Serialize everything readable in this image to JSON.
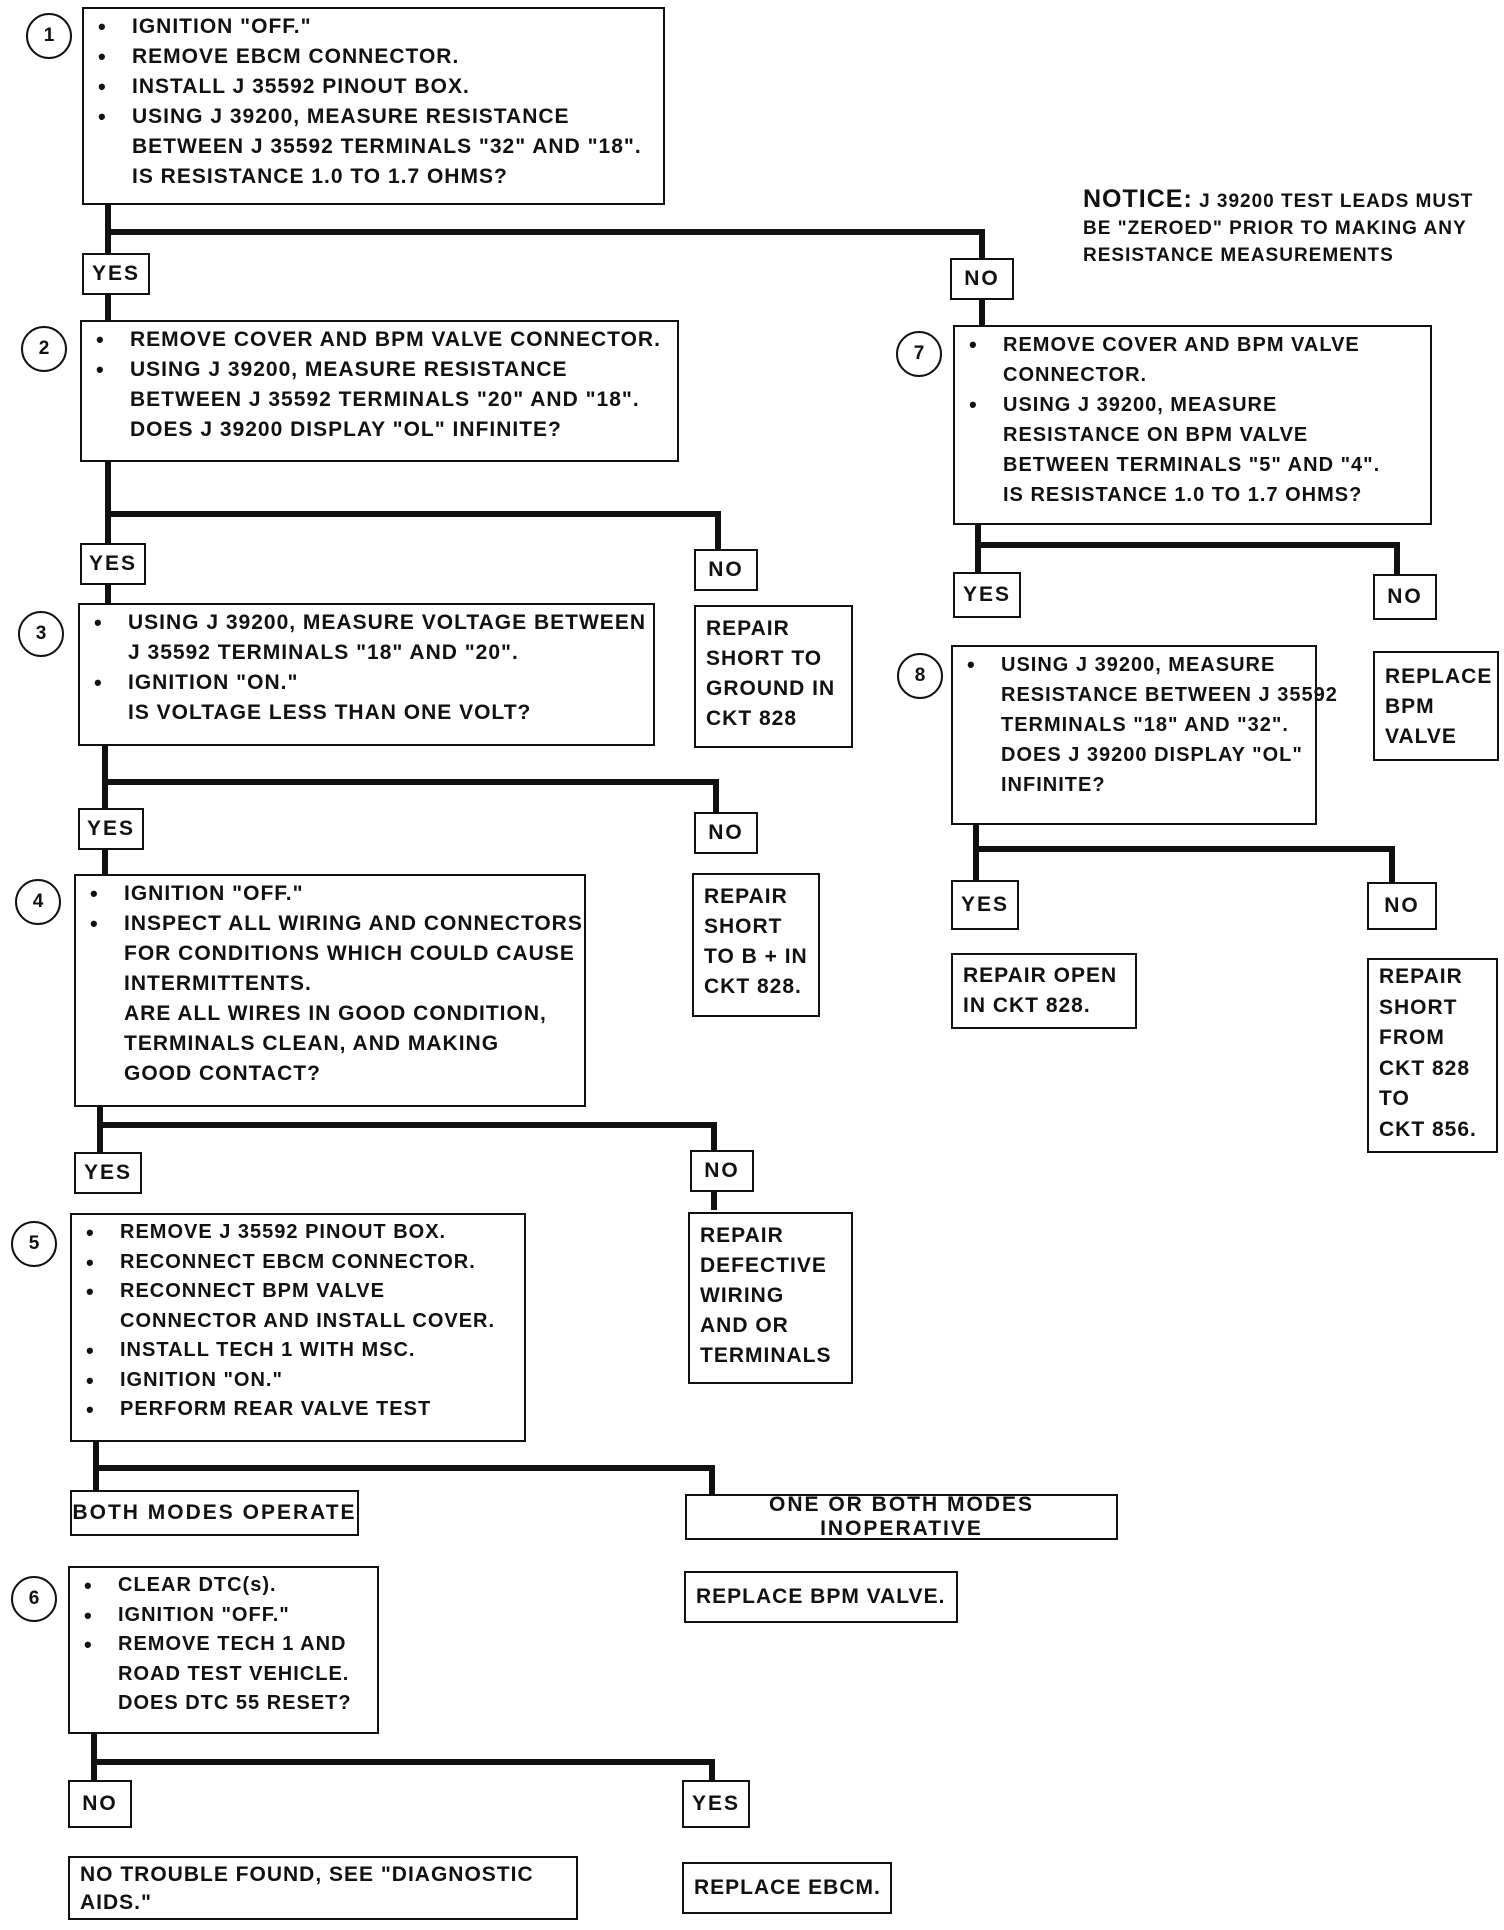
{
  "notice": {
    "heading": "NOTICE:",
    "lines": [
      "J 39200 TEST LEADS MUST",
      "BE \"ZEROED\" PRIOR TO MAKING ANY",
      "RESISTANCE MEASUREMENTS"
    ]
  },
  "steps": [
    {
      "num": "1",
      "items": [
        [
          "IGNITION \"OFF.\""
        ],
        [
          "REMOVE EBCM CONNECTOR."
        ],
        [
          "INSTALL J 35592 PINOUT BOX."
        ],
        [
          "USING J 39200, MEASURE RESISTANCE",
          "BETWEEN J 35592 TERMINALS \"32\" AND \"18\".",
          "IS RESISTANCE 1.0 TO 1.7 OHMS?"
        ]
      ]
    },
    {
      "num": "2",
      "items": [
        [
          "REMOVE COVER AND BPM VALVE CONNECTOR."
        ],
        [
          "USING J 39200, MEASURE RESISTANCE",
          "BETWEEN J 35592 TERMINALS \"20\" AND \"18\".",
          "DOES J 39200 DISPLAY \"OL\" INFINITE?"
        ]
      ]
    },
    {
      "num": "3",
      "items": [
        [
          "USING J 39200, MEASURE VOLTAGE BETWEEN",
          "J 35592 TERMINALS \"18\" AND \"20\"."
        ],
        [
          "IGNITION \"ON.\"",
          "IS VOLTAGE LESS THAN ONE VOLT?"
        ]
      ]
    },
    {
      "num": "4",
      "items": [
        [
          "IGNITION \"OFF.\""
        ],
        [
          "INSPECT ALL WIRING AND CONNECTORS",
          "FOR CONDITIONS WHICH COULD CAUSE",
          "INTERMITTENTS.",
          "ARE ALL WIRES IN GOOD CONDITION,",
          "TERMINALS CLEAN, AND MAKING",
          "GOOD CONTACT?"
        ]
      ]
    },
    {
      "num": "5",
      "items": [
        [
          "REMOVE J 35592 PINOUT BOX."
        ],
        [
          "RECONNECT EBCM CONNECTOR."
        ],
        [
          "RECONNECT BPM VALVE",
          "CONNECTOR AND INSTALL COVER."
        ],
        [
          "INSTALL TECH 1 WITH MSC."
        ],
        [
          "IGNITION \"ON.\""
        ],
        [
          "PERFORM REAR VALVE TEST"
        ]
      ]
    },
    {
      "num": "6",
      "items": [
        [
          "CLEAR DTC(s)."
        ],
        [
          "IGNITION \"OFF.\""
        ],
        [
          "REMOVE TECH 1 AND",
          "ROAD TEST VEHICLE.",
          "DOES DTC 55 RESET?"
        ]
      ]
    },
    {
      "num": "7",
      "items": [
        [
          "REMOVE COVER AND BPM VALVE",
          "CONNECTOR."
        ],
        [
          "USING J 39200, MEASURE",
          "RESISTANCE ON BPM VALVE",
          "BETWEEN TERMINALS \"5\" AND \"4\".",
          "IS RESISTANCE 1.0 TO 1.7 OHMS?"
        ]
      ]
    },
    {
      "num": "8",
      "items": [
        [
          "USING J 39200, MEASURE",
          "RESISTANCE BETWEEN J 35592",
          "TERMINALS \"18\" AND \"32\".",
          "DOES J 39200 DISPLAY \"OL\"",
          "INFINITE?"
        ]
      ]
    }
  ],
  "labels": {
    "s1_yes": "YES",
    "s1_no": "NO",
    "s2_yes": "YES",
    "s2_no": "NO",
    "s3_yes": "YES",
    "s3_no": "NO",
    "s4_yes": "YES",
    "s4_no": "NO",
    "s5_left": "BOTH MODES OPERATE",
    "s5_right": "ONE OR BOTH MODES INOPERATIVE",
    "s6_left": "NO",
    "s6_right": "YES",
    "s7_yes": "YES",
    "s7_no": "NO",
    "s8_yes": "YES",
    "s8_no": "NO"
  },
  "outcomes": {
    "repair_short_ground": [
      "REPAIR",
      "SHORT TO",
      "GROUND IN",
      "CKT 828"
    ],
    "repair_short_b": [
      "REPAIR",
      "SHORT",
      "TO B + IN",
      "CKT 828."
    ],
    "repair_wiring": [
      "REPAIR",
      "DEFECTIVE",
      "WIRING",
      "AND OR",
      "TERMINALS"
    ],
    "replace_bpm_5": [
      "REPLACE BPM VALVE."
    ],
    "no_trouble": [
      "NO TROUBLE FOUND, SEE \"DIAGNOSTIC",
      "AIDS.\""
    ],
    "replace_ebcm": [
      "REPLACE EBCM."
    ],
    "replace_bpm_7": [
      "REPLACE",
      "BPM",
      "VALVE"
    ],
    "repair_open": [
      "REPAIR OPEN",
      "IN CKT 828."
    ],
    "repair_short_856": [
      "REPAIR",
      "SHORT",
      "FROM",
      "CKT 828",
      "TO",
      "CKT 856."
    ]
  }
}
